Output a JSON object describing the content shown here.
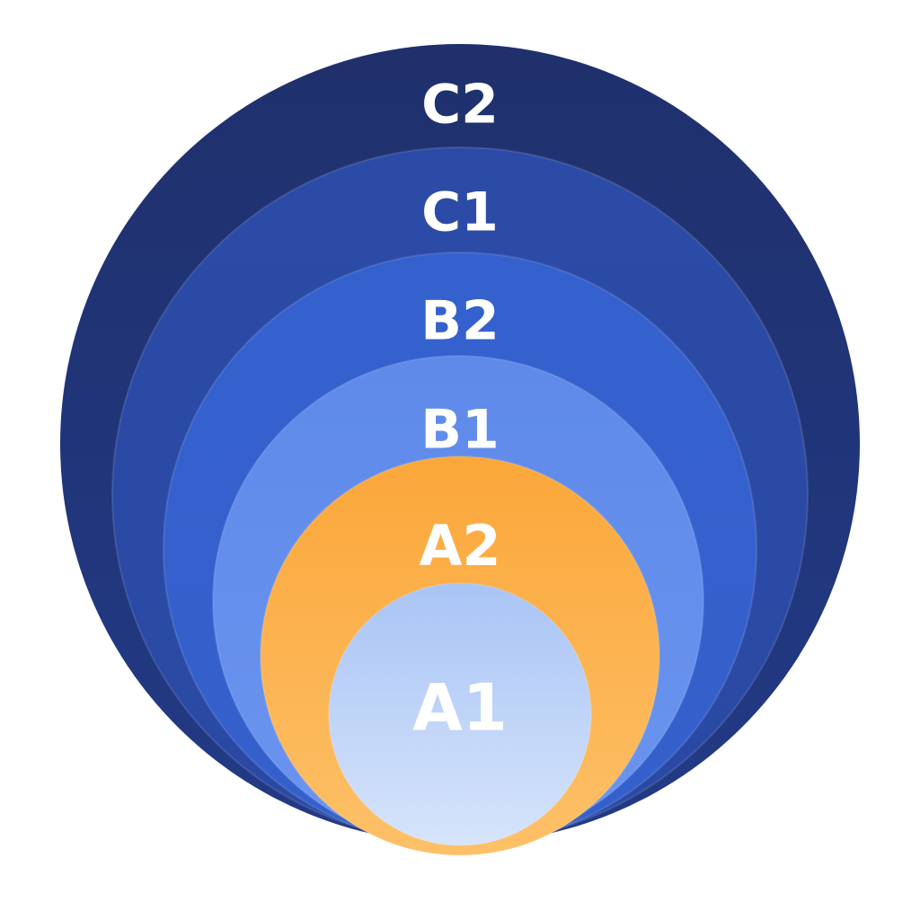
{
  "levels": [
    {
      "label": "C2",
      "color_top": "#1f306c",
      "color_bottom": "#223a86"
    },
    {
      "label": "C1",
      "color_top": "#2b4ba6",
      "color_bottom": "#2a49a4"
    },
    {
      "label": "B2",
      "color_top": "#3561cf",
      "color_bottom": "#3560cb"
    },
    {
      "label": "B1",
      "color_top": "#5f8aea",
      "color_bottom": "#6a94ee"
    },
    {
      "label": "A2",
      "color_top": "#fba73a",
      "color_bottom": "#fdc068"
    },
    {
      "label": "A1",
      "color_top": "#a9c4f5",
      "color_bottom": "#d6e4fb"
    }
  ]
}
